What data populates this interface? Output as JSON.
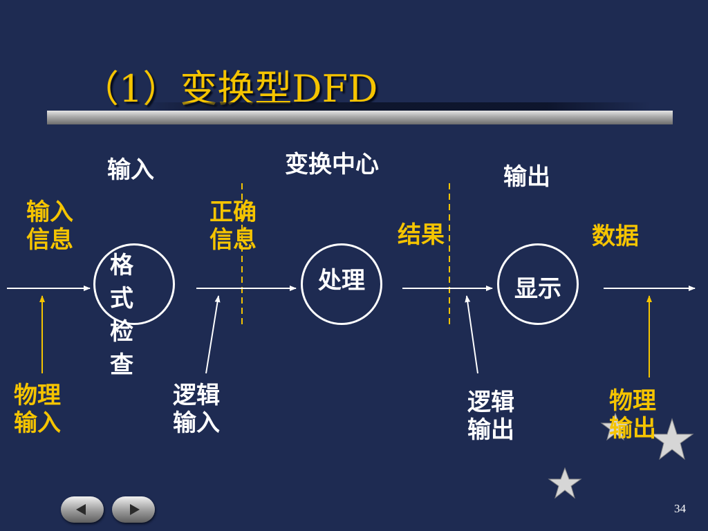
{
  "title": "（1）变换型DFD",
  "sections": {
    "input": "输入",
    "transform_center": "变换中心",
    "output": "输出"
  },
  "flows": {
    "input_info": "输入\n信息",
    "correct_info": "正确\n信息",
    "result": "结果",
    "data": "数据"
  },
  "processes": {
    "format_check": "格式检查",
    "process": "处理",
    "display": "显示"
  },
  "annotations": {
    "physical_input": "物理\n输入",
    "logical_input": "逻辑\n输入",
    "logical_output": "逻辑\n输出",
    "physical_output": "物理\n输出"
  },
  "page_number": "34",
  "colors": {
    "background": "#1e2b52",
    "accent": "#f5c400",
    "line": "#ffffff"
  }
}
